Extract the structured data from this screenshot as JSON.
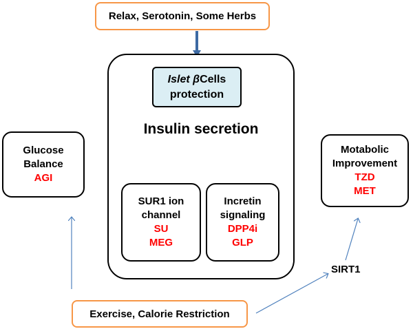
{
  "top_box": {
    "label": "Relax, Serotonin, Some Herbs"
  },
  "bottom_box": {
    "label": "Exercise, Calorie Restriction"
  },
  "islet_box": {
    "line1_italic": "Islet β",
    "line1_rest": "Cells",
    "line2": "protection"
  },
  "main_box": {
    "title": "Insulin secretion"
  },
  "sur1_box": {
    "line1": "SUR1 ion",
    "line2": "channel",
    "drug1": "SU",
    "drug2": "MEG"
  },
  "incretin_box": {
    "line1": "Incretin",
    "line2": "signaling",
    "drug1": "DPP4i",
    "drug2": "GLP"
  },
  "glucose_box": {
    "line1": "Glucose",
    "line2": "Balance",
    "drug1": "AGI"
  },
  "metabolic_box": {
    "line1": "Motabolic",
    "line2": "Improvement",
    "drug1": "TZD",
    "drug2": "MET"
  },
  "sirt1": {
    "label": "SIRT1"
  },
  "colors": {
    "orange_border": "#f79646",
    "drug_text": "#ff0000",
    "islet_fill": "#dbeef4",
    "arrow_thin": "#4f81bd",
    "arrow_thick": "#3d6aa3"
  }
}
